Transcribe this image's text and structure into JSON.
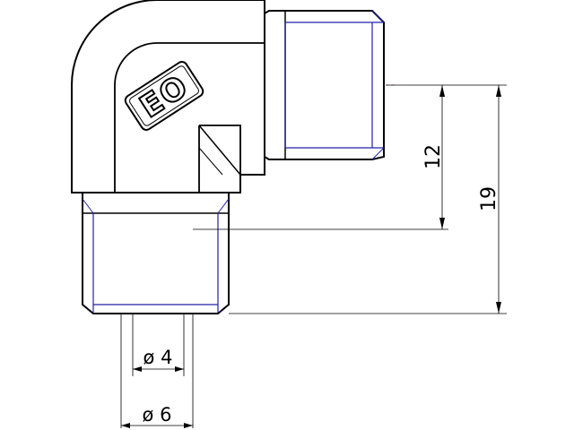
{
  "drawing": {
    "logo_text": "EO",
    "colors": {
      "outline": "#000000",
      "thread": "#2222aa",
      "hidden": "#bdbdbd",
      "center": "#e8505b",
      "dimension": "#000000"
    },
    "dimensions": {
      "dim_12": "12",
      "dim_19": "19",
      "dia_4": "ø 4",
      "dia_6": "ø 6"
    }
  }
}
